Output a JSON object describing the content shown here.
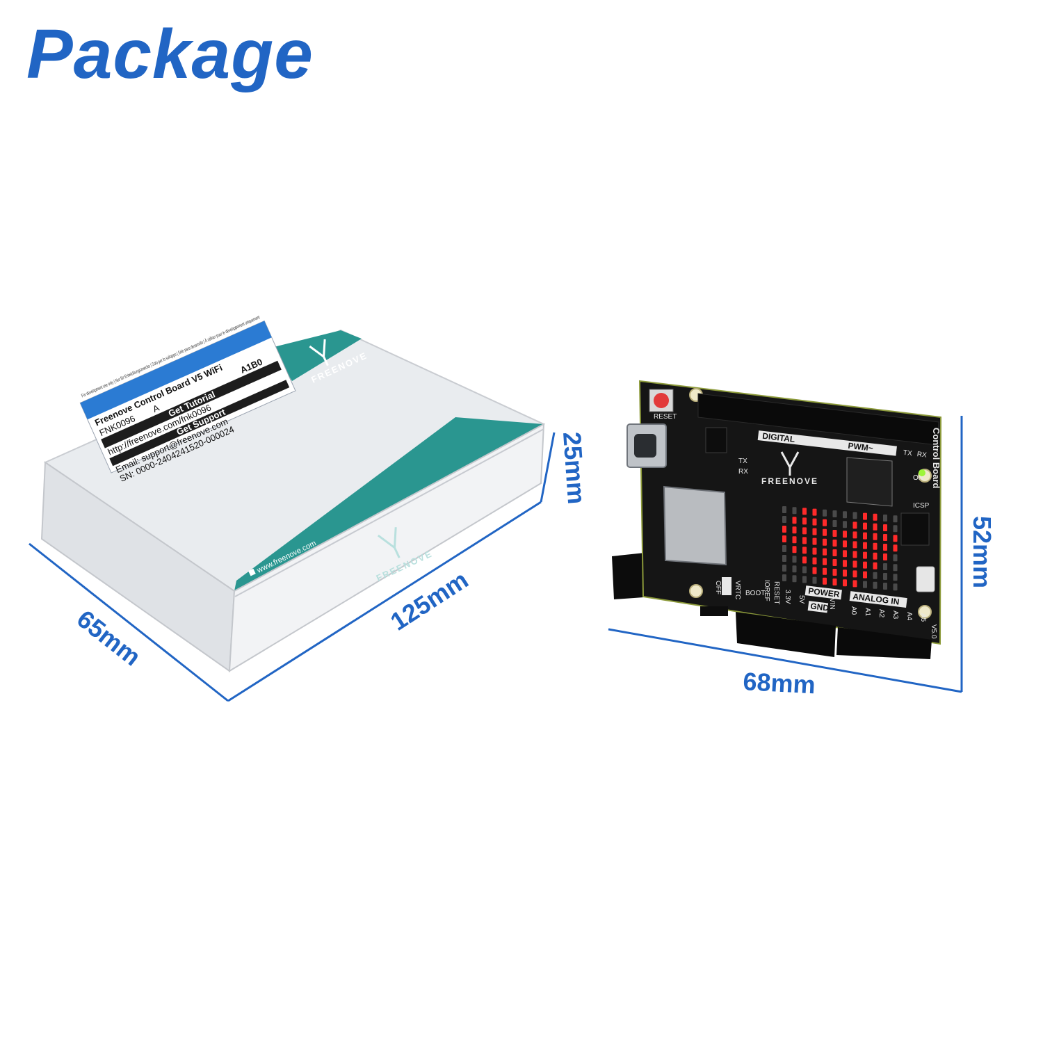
{
  "heading": "Package",
  "colors": {
    "accent": "#2165c4",
    "teal": "#2a9690",
    "box_white": "#e9ecef",
    "board": "#151515",
    "led_on": "#ff2a2a"
  },
  "box": {
    "brand": "FREENOVE",
    "side_url": "www.freenove.com",
    "label": {
      "notice": "For development use only | Nur für Entwicklungszwecke | Solo per lo sviluppo | Solo para desarrollo | À utiliser pour le développement uniquement",
      "product": "Freenove Control Board V5 WiFi",
      "code": "FNK0096",
      "variant": "A",
      "version": "A1B0",
      "tutorial_head": "Get Tutorial",
      "tutorial_url": "http://freenove.com/fnk0096",
      "support_head": "Get Support",
      "email": "Email: support@freenove.com",
      "sn": "SN: 0000-2404241520-000024"
    }
  },
  "board": {
    "brand": "FREENOVE",
    "model": "Control Board",
    "version": "V5.0",
    "labels": {
      "reset": "RESET",
      "digital": "DIGITAL",
      "pwm": "PWM~",
      "tx": "TX",
      "rx": "RX",
      "on": "ON",
      "icsp": "ICSP",
      "power": "POWER",
      "analog": "ANALOG IN",
      "gnd": "GND",
      "off": "OFF",
      "vrtc": "VRTC",
      "boot": "BOOT",
      "ioref": "IOREF",
      "reset_pin": "RESET",
      "v33": "3.3V",
      "v5": "5V",
      "vin": "VIN",
      "a0": "A0",
      "a1": "A1",
      "a2": "A2",
      "a3": "A3",
      "a4": "A4",
      "a5": "A5"
    },
    "led_matrix": {
      "rows": 8,
      "cols": 12,
      "lit": [
        [
          0,
          0,
          1,
          1,
          0,
          0,
          0,
          0,
          1,
          1,
          0,
          0
        ],
        [
          0,
          1,
          1,
          1,
          1,
          0,
          0,
          1,
          1,
          1,
          1,
          0
        ],
        [
          1,
          1,
          1,
          1,
          1,
          1,
          1,
          1,
          1,
          1,
          1,
          1
        ],
        [
          1,
          1,
          1,
          1,
          1,
          1,
          1,
          1,
          1,
          1,
          1,
          1
        ],
        [
          0,
          1,
          1,
          1,
          1,
          1,
          1,
          1,
          1,
          1,
          1,
          0
        ],
        [
          0,
          0,
          1,
          1,
          1,
          1,
          1,
          1,
          1,
          1,
          0,
          0
        ],
        [
          0,
          0,
          0,
          1,
          1,
          1,
          1,
          1,
          1,
          0,
          0,
          0
        ],
        [
          0,
          0,
          0,
          0,
          1,
          1,
          1,
          1,
          0,
          0,
          0,
          0
        ]
      ]
    }
  },
  "dimensions": {
    "box_width": "65mm",
    "box_length": "125mm",
    "box_height": "25mm",
    "board_width": "68mm",
    "board_height": "52mm"
  }
}
